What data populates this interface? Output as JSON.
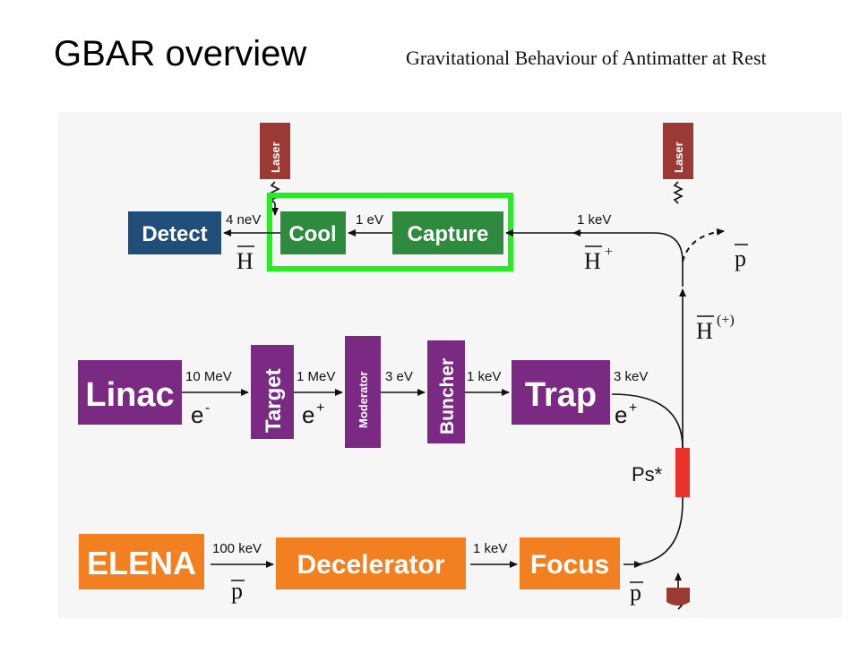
{
  "header": {
    "title": "GBAR overview",
    "subtitle": "Gravitational Behaviour of Antimatter at Rest"
  },
  "lasers": {
    "left": "Laser",
    "right": "Laser"
  },
  "top_row": {
    "detect": "Detect",
    "cool": "Cool",
    "capture": "Capture",
    "e_detect_cool": "4 neV",
    "e_cool_capture": "1 eV",
    "e_in": "1 keV",
    "h_bar": "H",
    "h_bar_plus": "H",
    "h_bar_plus_sup": "+",
    "p_bar": "p"
  },
  "vertical": {
    "h_bar_plus_paren": "H",
    "h_bar_plus_paren_sup": "(+)",
    "ps_star": "Ps*"
  },
  "middle_row": {
    "linac": "Linac",
    "target": "Target",
    "moderator": "Moderator",
    "buncher": "Buncher",
    "trap": "Trap",
    "e1": "10 MeV",
    "e2": "1 MeV",
    "e3": "3 eV",
    "e4": "1 keV",
    "e5": "3 keV",
    "electron": "e",
    "electron_sup": "-",
    "positron1": "e",
    "positron1_sup": "+",
    "positron2": "e",
    "positron2_sup": "+"
  },
  "bottom_row": {
    "elena": "ELENA",
    "decelerator": "Decelerator",
    "focus": "Focus",
    "e1": "100 keV",
    "e2": "1 keV",
    "p_bar1": "p",
    "p_bar2": "p"
  },
  "colors": {
    "detect": "#1f4e79",
    "green": "#2e8b3e",
    "highlight": "#22ee22",
    "purple": "#7b2a83",
    "orange": "#f28020",
    "laser": "#9b3a35",
    "ps": "#e8322a"
  }
}
